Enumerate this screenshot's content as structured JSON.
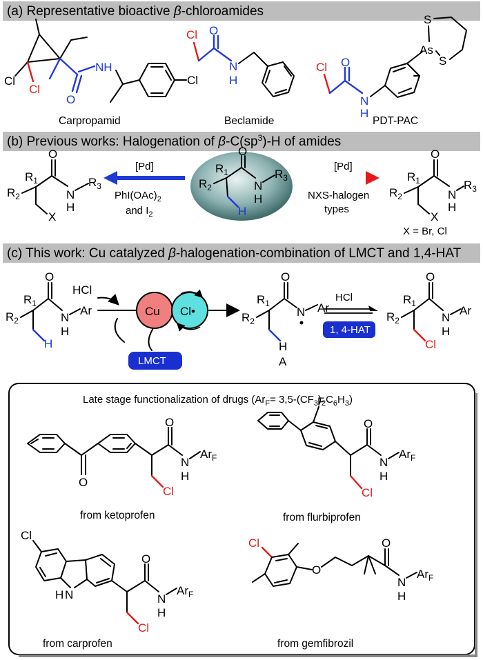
{
  "section_a": {
    "prefix": "(a) Representative bioactive ",
    "beta": "β",
    "suffix": "-chloroamides"
  },
  "section_b": {
    "prefix": "(b) Previous works: Halogenation of ",
    "beta": "β",
    "mid": "-C(sp",
    "sup": "3",
    "suffix": ")-H of amides"
  },
  "section_c": {
    "prefix": "(c) This work: Cu catalyzed ",
    "beta": "β",
    "suffix": "-halogenation-combination of LMCT and 1,4-HAT"
  },
  "compounds_a": [
    {
      "name": "Carpropamid"
    },
    {
      "name": "Beclamide"
    },
    {
      "name": "PDT-PAC"
    }
  ],
  "atoms": {
    "cl": "Cl",
    "o": "O",
    "n": "N",
    "h": "H",
    "nh": "NH",
    "as": "As",
    "s": "S",
    "r1": "R",
    "r2": "R",
    "r3": "R",
    "sub1": "1",
    "sub2": "2",
    "sub3": "3",
    "x": "X",
    "ar": "Ar",
    "a": "A",
    "f": "F",
    "hcl": "HCl",
    "cu": "Cu",
    "cl_radical": "Cl•",
    "ar_f": "Ar",
    "sub_f": "F"
  },
  "reaction_b": {
    "left_reagent_top": "[Pd]",
    "left_reagent_bottom1": "PhI(OAc)",
    "left_reagent_bottom1_sub": "2",
    "left_reagent_bottom2": "and I",
    "left_reagent_bottom2_sub": "2",
    "right_reagent_top": "[Pd]",
    "right_reagent_bottom1": "NXS-halogen",
    "right_reagent_bottom2": "types",
    "right_product_note": "X = Br, Cl"
  },
  "reaction_c": {
    "lmct": "LMCT",
    "hcl_top": "HCl",
    "hat": "1, 4-HAT"
  },
  "box": {
    "title_prefix": "Late stage functionalization of drugs  (Ar",
    "title_sub": "F",
    "title_suffix": "= 3,5-(CF",
    "title_sub2": "3",
    "title_mid": ")",
    "title_sub3": "2",
    "title_end": "C",
    "title_sub4": "6",
    "title_end2": "H",
    "title_sub5": "3",
    "title_close": ")",
    "drugs": [
      {
        "caption": "from ketoprofen"
      },
      {
        "caption": "from flurbiprofen"
      },
      {
        "caption": "from carprofen"
      },
      {
        "caption": "from gemfibrozil"
      }
    ]
  },
  "colors": {
    "red": "#e41a1a",
    "blue": "#1f3ad6",
    "bar_gray": "#bdbdbd",
    "cu_fill": "#f08080",
    "cl_fill": "#5fe0e0",
    "pill": "#1a2fd0"
  }
}
